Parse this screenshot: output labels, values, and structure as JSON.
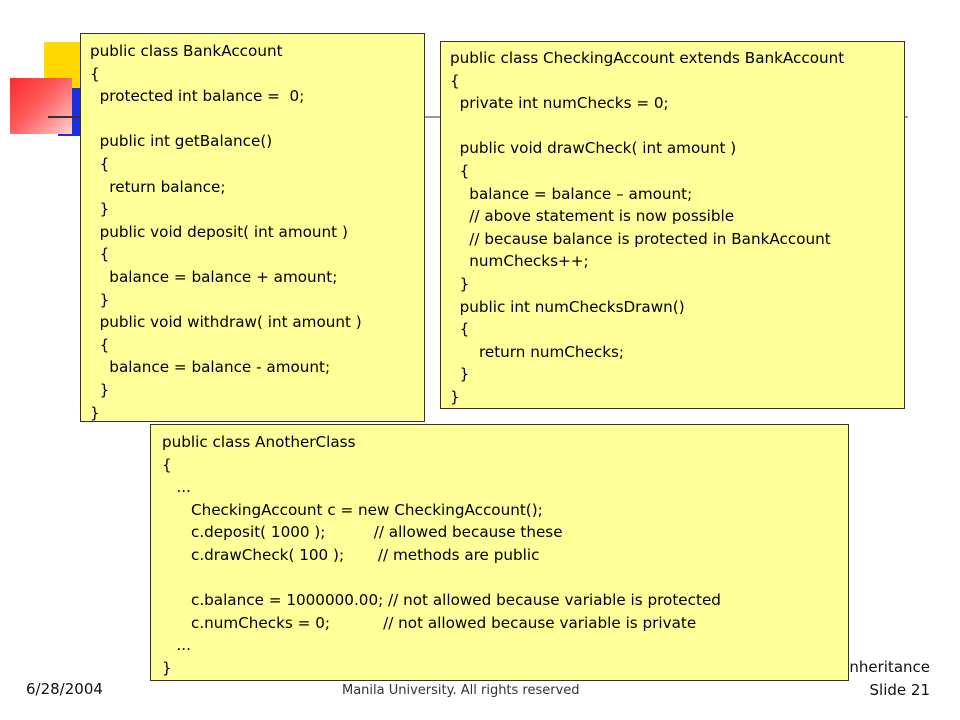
{
  "footer": {
    "date": "6/28/2004",
    "copyright": "Manila University. All rights reserved",
    "topic_partial": "nheritance",
    "slide_number": "Slide 21"
  },
  "code_boxes": [
    {
      "lines": [
        "public class BankAccount",
        "{",
        "  protected int balance =  0;",
        "",
        "  public int getBalance()",
        "  {",
        "    return balance;",
        "  }",
        "  public void deposit( int amount )",
        "  {",
        "    balance = balance + amount;",
        "  }",
        "  public void withdraw( int amount )",
        "  {",
        "    balance = balance - amount;",
        "  }",
        "}"
      ]
    },
    {
      "lines": [
        "public class CheckingAccount extends BankAccount",
        "{",
        "  private int numChecks = 0;",
        "",
        "  public void drawCheck( int amount )",
        "  {",
        "    balance = balance – amount;",
        "    // above statement is now possible",
        "    // because balance is protected in BankAccount",
        "    numChecks++;",
        "  }",
        "  public int numChecksDrawn()",
        "  {",
        "      return numChecks;",
        "  }",
        "}"
      ]
    },
    {
      "lines": [
        "public class AnotherClass",
        "{",
        "   ...",
        "      CheckingAccount c = new CheckingAccount();",
        "      c.deposit( 1000 );          // allowed because these",
        "      c.drawCheck( 100 );       // methods are public",
        "",
        "      c.balance = 1000000.00; // not allowed because variable is protected",
        "      c.numChecks = 0;           // not allowed because variable is private",
        "   ...",
        "}"
      ]
    }
  ]
}
